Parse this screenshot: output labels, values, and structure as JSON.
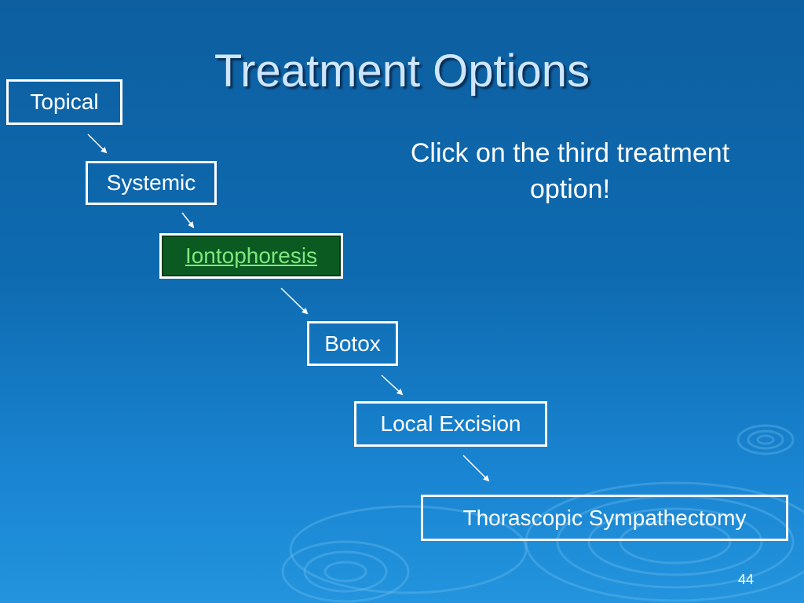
{
  "slide": {
    "title": "Treatment Options",
    "instruction": "Click on the third treatment option!",
    "page_number": "44"
  },
  "steps": [
    {
      "label": "Topical"
    },
    {
      "label": "Systemic"
    },
    {
      "label": "Iontophoresis",
      "highlighted": true,
      "link": true
    },
    {
      "label": "Botox"
    },
    {
      "label": "Local Excision"
    },
    {
      "label": "Thorascopic Sympathectomy"
    }
  ],
  "colors": {
    "background_top": "#0d5fa0",
    "background_bottom": "#2394dd",
    "title": "#cfe6ff",
    "highlight_fill": "#0a5a22",
    "link_text": "#7de87d"
  }
}
